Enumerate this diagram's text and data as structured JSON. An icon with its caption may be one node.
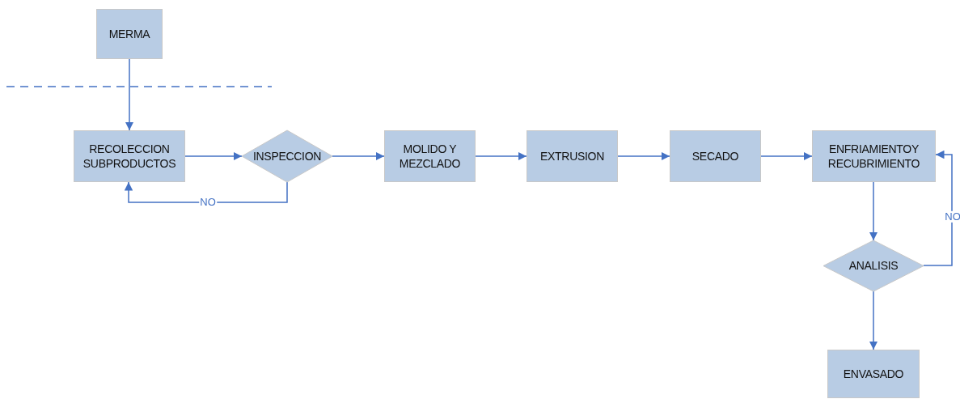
{
  "diagram": {
    "nodes": [
      {
        "text": [
          "MERMA"
        ]
      },
      {
        "text": [
          "RECOLECCION SUBPRODUCTOS"
        ]
      },
      {
        "text": [
          "INSPECCION"
        ]
      },
      {
        "text": [
          "MOLIDO Y MEZCLADO"
        ]
      },
      {
        "text": [
          "EXTRUSION"
        ]
      },
      {
        "text": [
          "SECADO"
        ]
      },
      {
        "text": [
          "ENFRIAMIENTOY RECUBRIMIENTO"
        ]
      },
      {
        "text": [
          "ANALISIS"
        ]
      },
      {
        "text": [
          "ENVASADO"
        ]
      }
    ],
    "edges": [
      {
        "from": 0,
        "to": 1,
        "arrow": "to"
      },
      {
        "from": 1,
        "to": 2,
        "arrow": "to"
      },
      {
        "from": 2,
        "to": 1,
        "arrow": "to",
        "label": "NO"
      },
      {
        "from": 2,
        "to": 3,
        "arrow": "to"
      },
      {
        "from": 3,
        "to": 4,
        "arrow": "to"
      },
      {
        "from": 4,
        "to": 5,
        "arrow": "to"
      },
      {
        "from": 5,
        "to": 6,
        "arrow": "to"
      },
      {
        "from": 6,
        "to": 7,
        "arrow": "to"
      },
      {
        "from": 7,
        "to": 6,
        "arrow": "to",
        "label": "NO"
      },
      {
        "from": 7,
        "to": 8,
        "arrow": "to"
      }
    ]
  }
}
